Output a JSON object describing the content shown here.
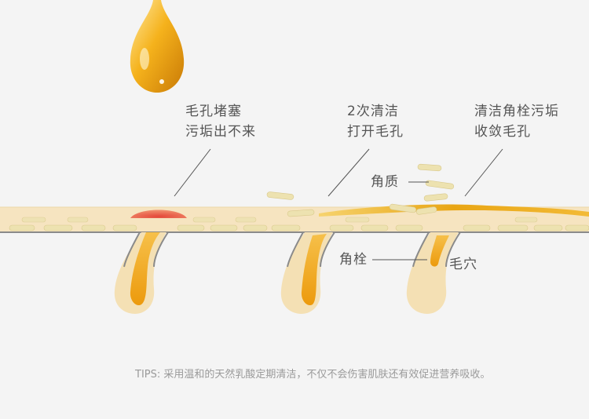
{
  "labels": {
    "step1_line1": "毛孔堵塞",
    "step1_line2": "污垢出不来",
    "step2_line1": "2次清洁",
    "step2_line2": "打开毛孔",
    "step3_line1": "清洁角栓污垢",
    "step3_line2": "收敛毛孔",
    "keratin": "角质",
    "keratin_plug": "角栓",
    "pore": "毛穴"
  },
  "tips": "TIPS: 采用温和的天然乳酸定期清洁，不仅不会伤害肌肤还有效促进营养吸收。",
  "colors": {
    "background": "#f4f4f4",
    "skin_layer": "#f6e4c0",
    "skin_cells": "#ede2b0",
    "follicle": "#f4e0b4",
    "follicle_core": "#f0a010",
    "oil_drop": "#f2a90e",
    "clog_red": "#e8503c",
    "leader_line": "#555555"
  }
}
